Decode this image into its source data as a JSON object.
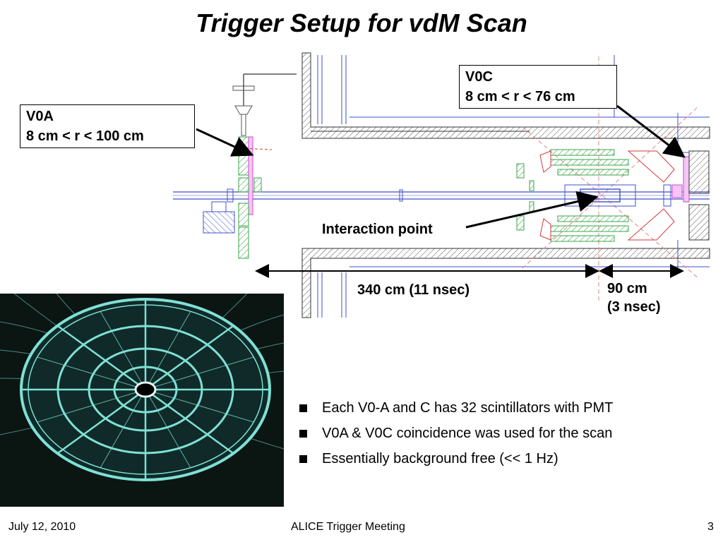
{
  "slide": {
    "title": "Trigger Setup for vdM Scan"
  },
  "v0a": {
    "name": "V0A",
    "range": "8 cm < r < 100 cm"
  },
  "v0c": {
    "name": "V0C",
    "range": "8 cm < r < 76 cm"
  },
  "interaction_point": "Interaction point",
  "distance_long": "340 cm (11 nsec)",
  "distance_short_line1": "90 cm",
  "distance_short_line2": "(3 nsec)",
  "bullets": [
    "Each V0-A and C has 32 scintillators with PMT",
    "V0A & V0C coincidence was used for the scan",
    "Essentially background free (<< 1 Hz)"
  ],
  "footer": {
    "date": "July 12, 2010",
    "meeting": "ALICE Trigger Meeting",
    "page": "3"
  },
  "colors": {
    "schematic_blue": "#3f4fc8",
    "schematic_green": "#3aa54a",
    "schematic_red": "#d23a3a",
    "schematic_magenta": "#d04ad0",
    "photo_bg": "#0b1512",
    "photo_fibre": "#7fe0d6"
  },
  "icons": {
    "bullet": "square-bullet-icon"
  }
}
